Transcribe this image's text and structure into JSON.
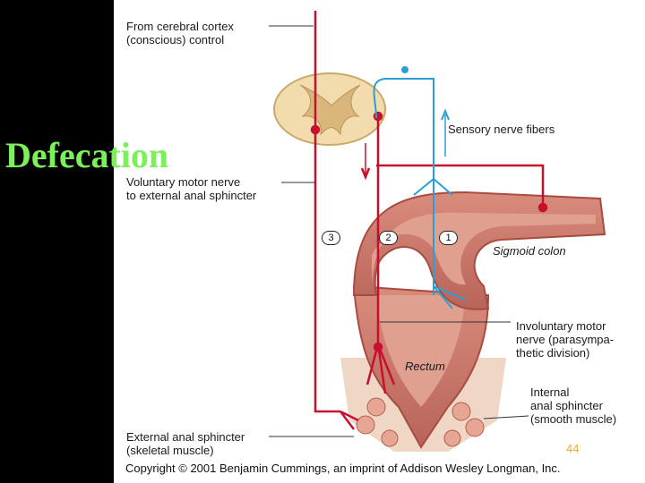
{
  "title": "Defecation",
  "labels": {
    "cortex": [
      "From cerebral cortex",
      "(conscious) control"
    ],
    "sensory": "Sensory nerve fibers",
    "voluntary": [
      "Voluntary motor nerve",
      "to external anal sphincter"
    ],
    "sigmoid": "Sigmoid colon",
    "involuntary": [
      "Involuntary motor",
      "nerve (parasympa-",
      "thetic division)"
    ],
    "rectum": "Rectum",
    "internal": [
      "Internal",
      "anal sphincter",
      "(smooth muscle)"
    ],
    "external": [
      "External anal sphincter",
      "(skeletal muscle)"
    ]
  },
  "steps": [
    "3",
    "2",
    "1"
  ],
  "page_number": "44",
  "copyright": "Copyright © 2001 Benjamin Cummings, an imprint of Addison Wesley Longman, Inc.",
  "colors": {
    "motor_nerve": "#c8102e",
    "sensory_nerve": "#2a9fd6",
    "colon_tissue": "#c97a6a",
    "colon_lumen": "#e0a090",
    "spinal_cord": "#f2dcae",
    "title": "#7cf05a"
  }
}
